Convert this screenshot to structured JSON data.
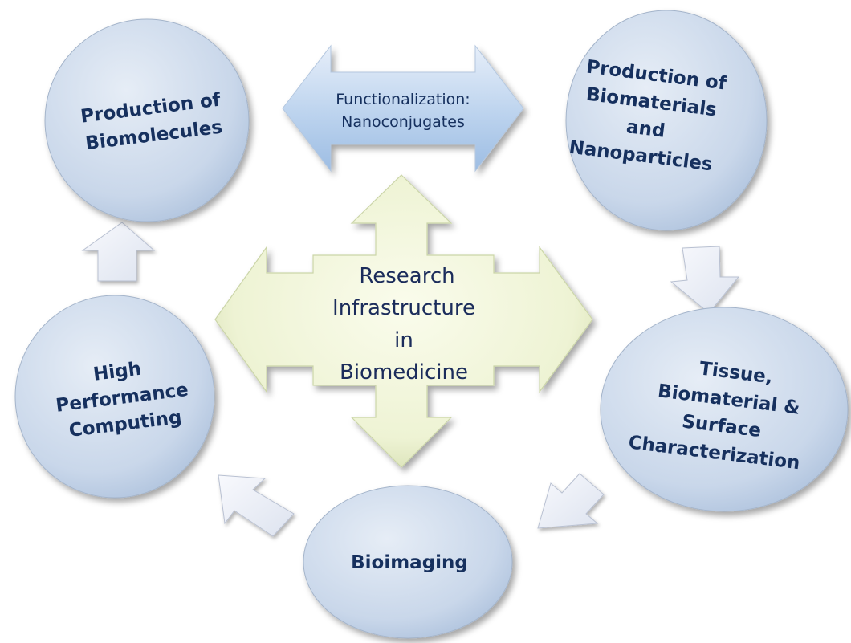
{
  "nodes": {
    "biomolecules": [
      "Production of",
      "Biomolecules"
    ],
    "biomaterials": [
      "Production of",
      "Biomaterials",
      "and",
      "Nanoparticles"
    ],
    "characterization": [
      "Tissue,",
      "Biomaterial &",
      "Surface",
      "Characterization"
    ],
    "bioimaging": [
      "Bioimaging"
    ],
    "hpc": [
      "High",
      "Performance",
      "Computing"
    ]
  },
  "functionalization": [
    "Functionalization:",
    "Nanoconjugates"
  ],
  "center": [
    "Research",
    "Infrastructure",
    "in",
    "Biomedicine"
  ],
  "colors": {
    "node_fill_light": "#dde6f2",
    "node_fill_dark": "#b3c6df",
    "node_stroke": "#a9b8cc",
    "text": "#16305e",
    "center_fill_light": "#f8fbe8",
    "center_fill_dark": "#dfe7c1",
    "fn_arrow_light": "#d7e5f5",
    "fn_arrow_dark": "#9fc0e6",
    "flow_arrow": "#eef1f8"
  }
}
